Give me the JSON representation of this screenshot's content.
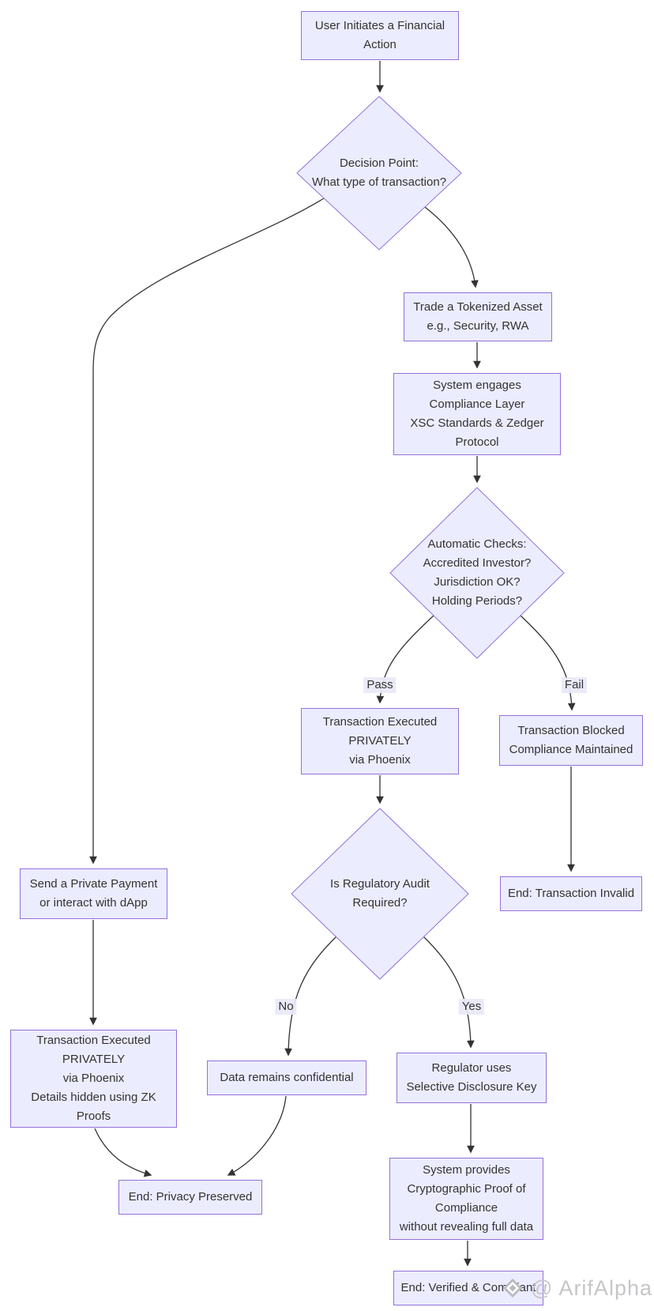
{
  "diagram": {
    "type": "flowchart",
    "nodes": {
      "user_action": {
        "shape": "rect",
        "text": "User Initiates a Financial\nAction"
      },
      "decision_type": {
        "shape": "diamond",
        "text": "Decision Point:\nWhat type of transaction?"
      },
      "trade_asset": {
        "shape": "rect",
        "text": "Trade a Tokenized Asset\ne.g., Security, RWA"
      },
      "compliance_layer": {
        "shape": "rect",
        "text": "System engages\nCompliance Layer\nXSC Standards & Zedger\nProtocol"
      },
      "auto_checks": {
        "shape": "diamond",
        "text": "Automatic Checks:\nAccredited Investor?\nJurisdiction OK?\nHolding Periods?"
      },
      "tx_executed_private": {
        "shape": "rect",
        "text": "Transaction Executed\nPRIVATELY\nvia Phoenix"
      },
      "tx_blocked": {
        "shape": "rect",
        "text": "Transaction Blocked\nCompliance Maintained"
      },
      "audit_required": {
        "shape": "diamond",
        "text": "Is Regulatory Audit\nRequired?"
      },
      "end_tx_invalid": {
        "shape": "rect",
        "text": "End: Transaction Invalid"
      },
      "private_payment": {
        "shape": "rect",
        "text": "Send a Private Payment\nor interact with dApp"
      },
      "tx_executed_zk": {
        "shape": "rect",
        "text": "Transaction Executed\nPRIVATELY\nvia Phoenix\nDetails hidden using ZK\nProofs"
      },
      "data_confidential": {
        "shape": "rect",
        "text": "Data remains confidential"
      },
      "regulator_key": {
        "shape": "rect",
        "text": "Regulator uses\nSelective Disclosure Key"
      },
      "end_privacy": {
        "shape": "rect",
        "text": "End: Privacy Preserved"
      },
      "system_proof": {
        "shape": "rect",
        "text": "System provides\nCryptographic Proof of\nCompliance\nwithout revealing full data"
      },
      "end_verified": {
        "shape": "rect",
        "text": "End: Verified & Compliant"
      }
    },
    "edge_labels": {
      "pass": "Pass",
      "fail": "Fail",
      "no": "No",
      "yes": "Yes"
    }
  },
  "watermark": {
    "text": "@ ArifAlpha",
    "icon": "arifalpha-diamond-logo"
  },
  "colors": {
    "node_fill": "#ECECFF",
    "node_border": "#9370DB",
    "edge": "#333333",
    "text": "#333333",
    "edge_label_bg": "#E8E8F8",
    "watermark": "#C6C6CA"
  }
}
